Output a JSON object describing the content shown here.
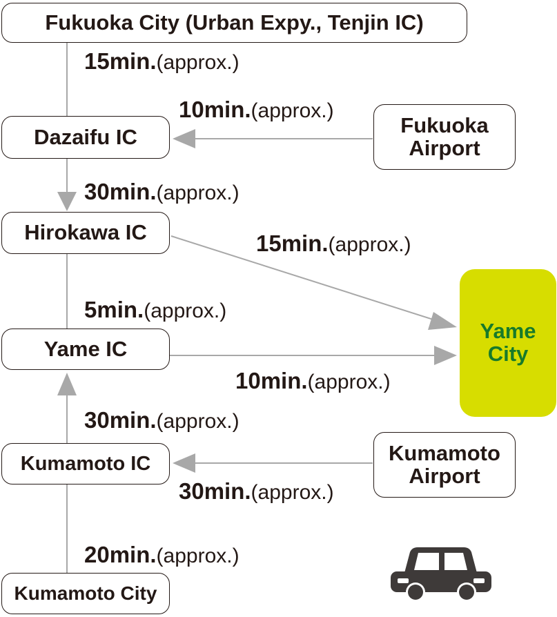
{
  "nodes": {
    "fukuoka_city": "Fukuoka City (Urban Expy., Tenjin IC)",
    "dazaifu_ic": "Dazaifu IC",
    "fukuoka_airport": [
      "Fukuoka",
      "Airport"
    ],
    "hirokawa_ic": "Hirokawa IC",
    "yame_ic": "Yame IC",
    "yame_city": [
      "Yame",
      "City"
    ],
    "kumamoto_ic": "Kumamoto IC",
    "kumamoto_airport": [
      "Kumamoto",
      "Airport"
    ],
    "kumamoto_city": "Kumamoto City"
  },
  "times": {
    "fukuoka_to_dazaifu": {
      "num": "15min.",
      "unit": "(approx.)"
    },
    "airport_to_dazaifu": {
      "num": "10min.",
      "unit": "(approx.)"
    },
    "dazaifu_to_hirokawa": {
      "num": "30min.",
      "unit": "(approx.)"
    },
    "hirokawa_to_yame_city": {
      "num": "15min.",
      "unit": "(approx.)"
    },
    "hirokawa_to_yame_ic": {
      "num": "5min.",
      "unit": "(approx.)"
    },
    "yame_ic_to_yame_city": {
      "num": "10min.",
      "unit": "(approx.)"
    },
    "kumamoto_ic_to_yame_ic": {
      "num": "30min.",
      "unit": "(approx.)"
    },
    "kumamoto_airport_to_ic": {
      "num": "30min.",
      "unit": "(approx.)"
    },
    "kumamoto_city_to_ic": {
      "num": "20min.",
      "unit": "(approx.)"
    }
  },
  "colors": {
    "text": "#231815",
    "line": "#a8a8a8",
    "destination_fill": "#d7dd00",
    "destination_text": "#177a2a",
    "car": "#3e3a39"
  },
  "icons": [
    "car-icon"
  ]
}
